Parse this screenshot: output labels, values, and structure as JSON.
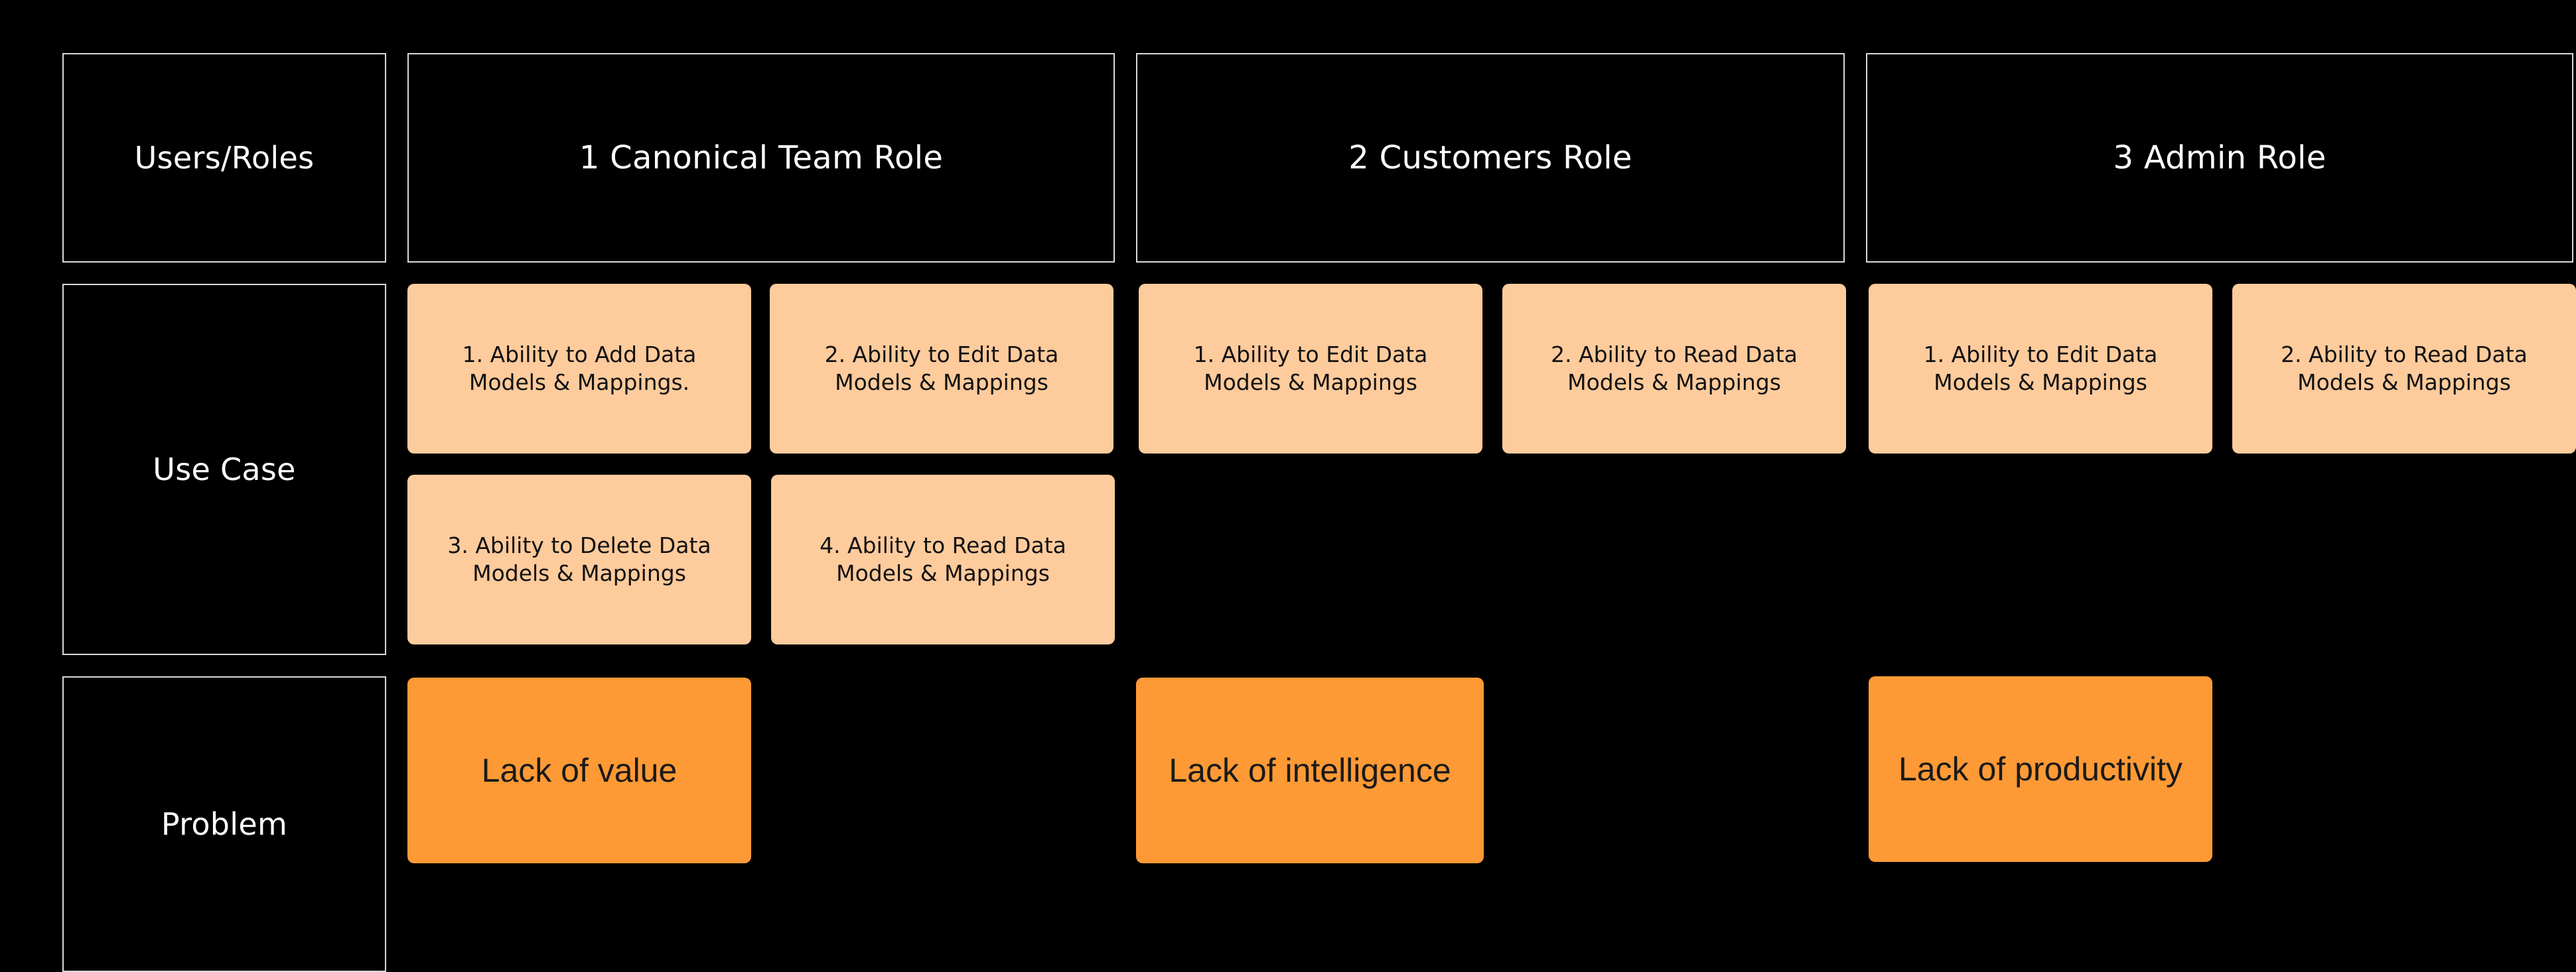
{
  "colors": {
    "background": "#000000",
    "frame_border": "#d9d9d9",
    "use_case_card": "#fecb9c",
    "problem_card": "#fe9a35"
  },
  "row_labels": {
    "users_roles": "Users/Roles",
    "use_case": "Use Case",
    "problem": "Problem"
  },
  "roles": [
    {
      "header": "1 Canonical Team Role",
      "use_cases": [
        "1. Ability to Add Data Models & Mappings.",
        "2. Ability to Edit Data Models & Mappings",
        "3. Ability to Delete Data Models & Mappings",
        "4. Ability to Read Data Models & Mappings"
      ],
      "problem": "Lack of value"
    },
    {
      "header": "2 Customers Role",
      "use_cases": [
        "1. Ability to Edit Data Models & Mappings",
        "2. Ability to Read Data Models & Mappings"
      ],
      "problem": "Lack of intelligence"
    },
    {
      "header": "3 Admin Role",
      "use_cases": [
        "1. Ability to Edit Data Models & Mappings",
        "2. Ability to Read Data Models & Mappings"
      ],
      "problem": "Lack of productivity"
    }
  ]
}
